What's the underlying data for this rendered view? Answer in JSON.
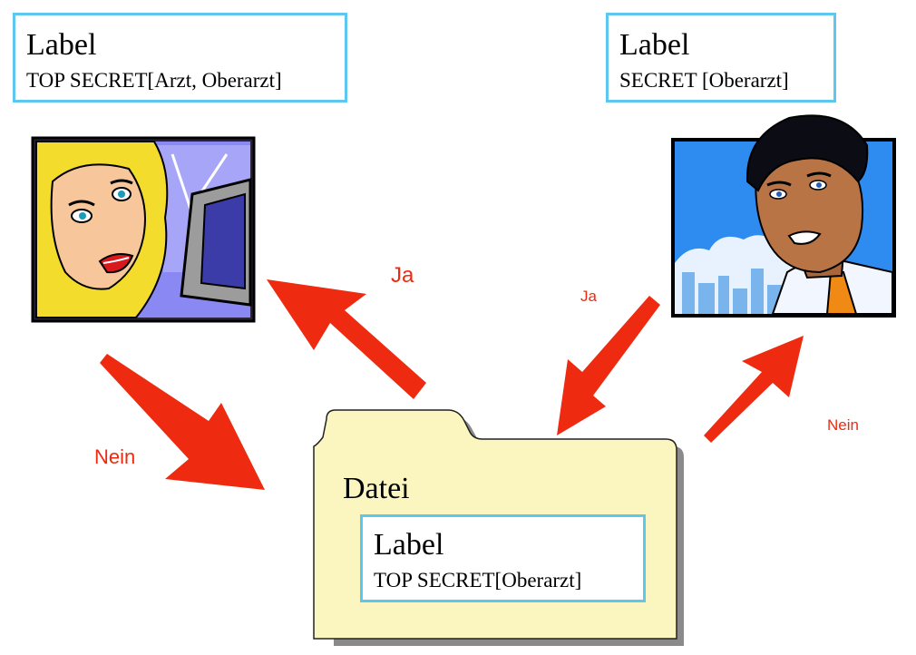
{
  "user_left": {
    "label_title": "Label",
    "label_value": "TOP SECRET[Arzt, Oberarzt]"
  },
  "user_right": {
    "label_title": "Label",
    "label_value": "SECRET [Oberarzt]"
  },
  "file": {
    "title": "Datei",
    "label_title": "Label",
    "label_value": "TOP SECRET[Oberarzt]"
  },
  "edges": {
    "ja_left": "Ja",
    "ja_right": "Ja",
    "nein_left": "Nein",
    "nein_right": "Nein"
  },
  "colors": {
    "arrow": "#ee2a10",
    "label_border": "#5cc8ee",
    "folder_fill": "#fbf6c0"
  }
}
